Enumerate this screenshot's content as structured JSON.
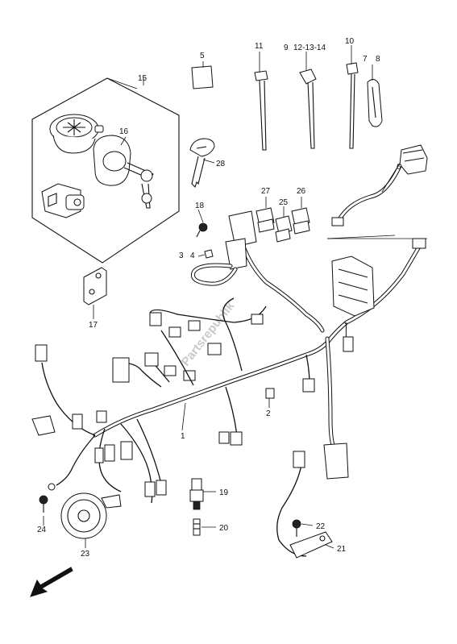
{
  "diagram": {
    "parts": [
      {
        "id": "p1",
        "label": "1"
      },
      {
        "id": "p2",
        "label": "2"
      },
      {
        "id": "p3",
        "label": "3"
      },
      {
        "id": "p4",
        "label": "4"
      },
      {
        "id": "p5",
        "label": "5"
      },
      {
        "id": "p6",
        "label": "6"
      },
      {
        "id": "p7",
        "label": "7"
      },
      {
        "id": "p8",
        "label": "8"
      },
      {
        "id": "p9",
        "label": "9"
      },
      {
        "id": "p12",
        "label": "12"
      },
      {
        "id": "p13",
        "label": "13"
      },
      {
        "id": "p14",
        "label": "14"
      },
      {
        "id": "p10",
        "label": "10"
      },
      {
        "id": "p11",
        "label": "11"
      },
      {
        "id": "p15",
        "label": "15"
      },
      {
        "id": "p16",
        "label": "16"
      },
      {
        "id": "p17",
        "label": "17"
      },
      {
        "id": "p18",
        "label": "18"
      },
      {
        "id": "p19",
        "label": "19"
      },
      {
        "id": "p20",
        "label": "20"
      },
      {
        "id": "p21",
        "label": "21"
      },
      {
        "id": "p22",
        "label": "22"
      },
      {
        "id": "p23",
        "label": "23"
      },
      {
        "id": "p24",
        "label": "24"
      },
      {
        "id": "p25",
        "label": "25"
      },
      {
        "id": "p26",
        "label": "26"
      },
      {
        "id": "p27",
        "label": "27"
      },
      {
        "id": "p28",
        "label": "28"
      }
    ],
    "label_12_13_14": "12-13-14",
    "watermark": "Partsrepublik",
    "icons": {
      "direction_arrow": "arrow-down-left-icon"
    }
  }
}
